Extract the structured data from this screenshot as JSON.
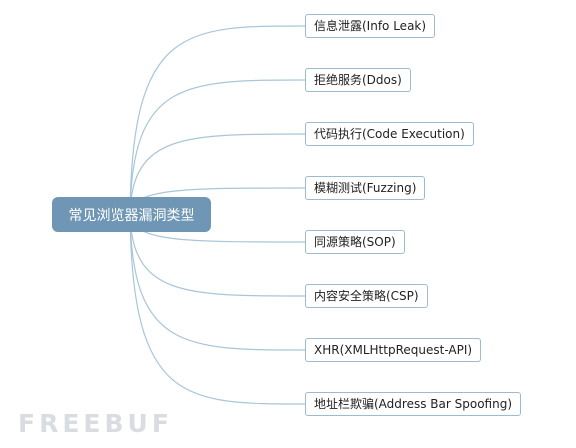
{
  "root": {
    "label": "常见浏览器漏洞类型",
    "color": "#6f97b5"
  },
  "branches": [
    {
      "label": "信息泄露(Info Leak)"
    },
    {
      "label": "拒绝服务(Ddos)"
    },
    {
      "label": "代码执行(Code Execution)"
    },
    {
      "label": "模糊测试(Fuzzing)"
    },
    {
      "label": "同源策略(SOP)"
    },
    {
      "label": "内容安全策略(CSP)"
    },
    {
      "label": "XHR(XMLHttpRequest-API)"
    },
    {
      "label": "地址栏欺骗(Address Bar Spoofing)"
    }
  ],
  "line_color": "#a9c6d8",
  "watermark": {
    "text": "FREEBUF",
    "color": "#d9dde1"
  }
}
